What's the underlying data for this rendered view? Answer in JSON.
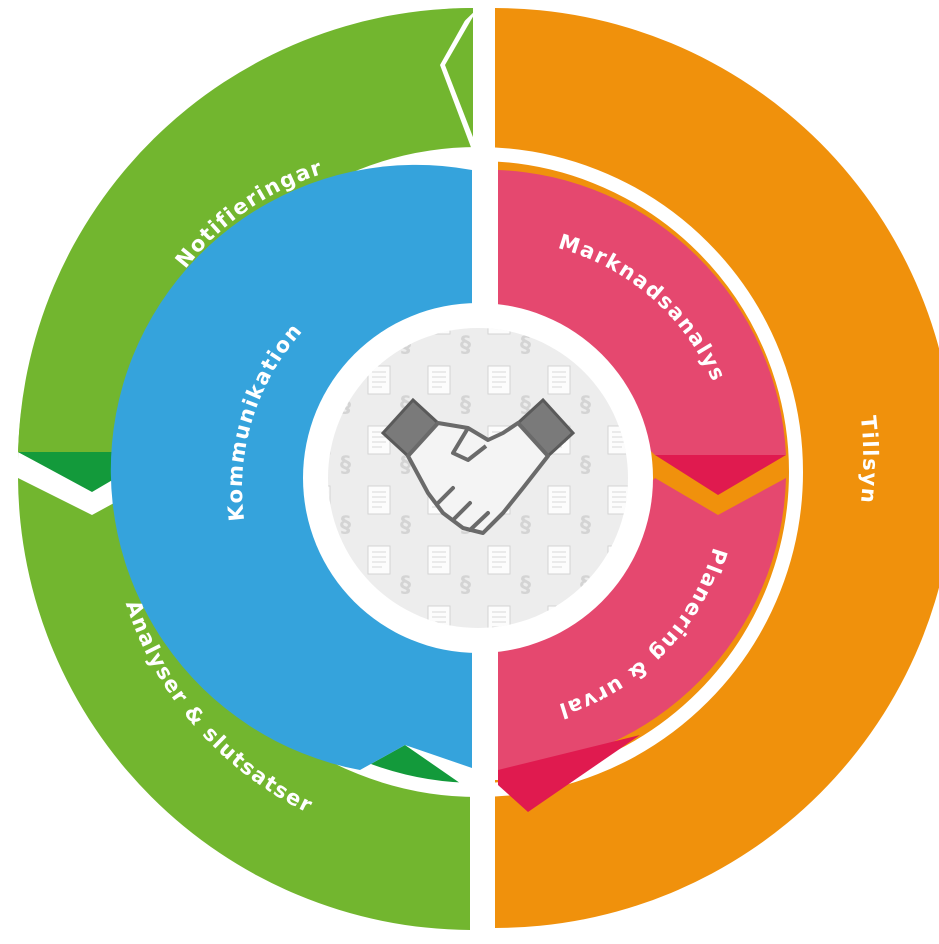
{
  "diagram": {
    "center": {
      "icon": "handshake-icon",
      "background_icons": [
        "paragraph-icon",
        "document-icon"
      ]
    },
    "outer_ring": [
      {
        "label": "Notifieringar",
        "color": "#72b62f",
        "fold_color": "#139a3b"
      },
      {
        "label": "Analyser & slutsatser",
        "color": "#72b62f",
        "fold_color": "#139a3b"
      },
      {
        "label": "Tillsyn",
        "color": "#f0910c",
        "fold_color": "#e4641c"
      }
    ],
    "inner_ring": [
      {
        "label": "Kommunikation",
        "color": "#35a3dc",
        "fold_color": "#1878c6"
      },
      {
        "label": "Marknadsanalys",
        "color": "#e5486f",
        "fold_color": "#e01a4f"
      },
      {
        "label": "Planering & urval",
        "color": "#e5486f",
        "fold_color": "#e01a4f"
      }
    ]
  }
}
